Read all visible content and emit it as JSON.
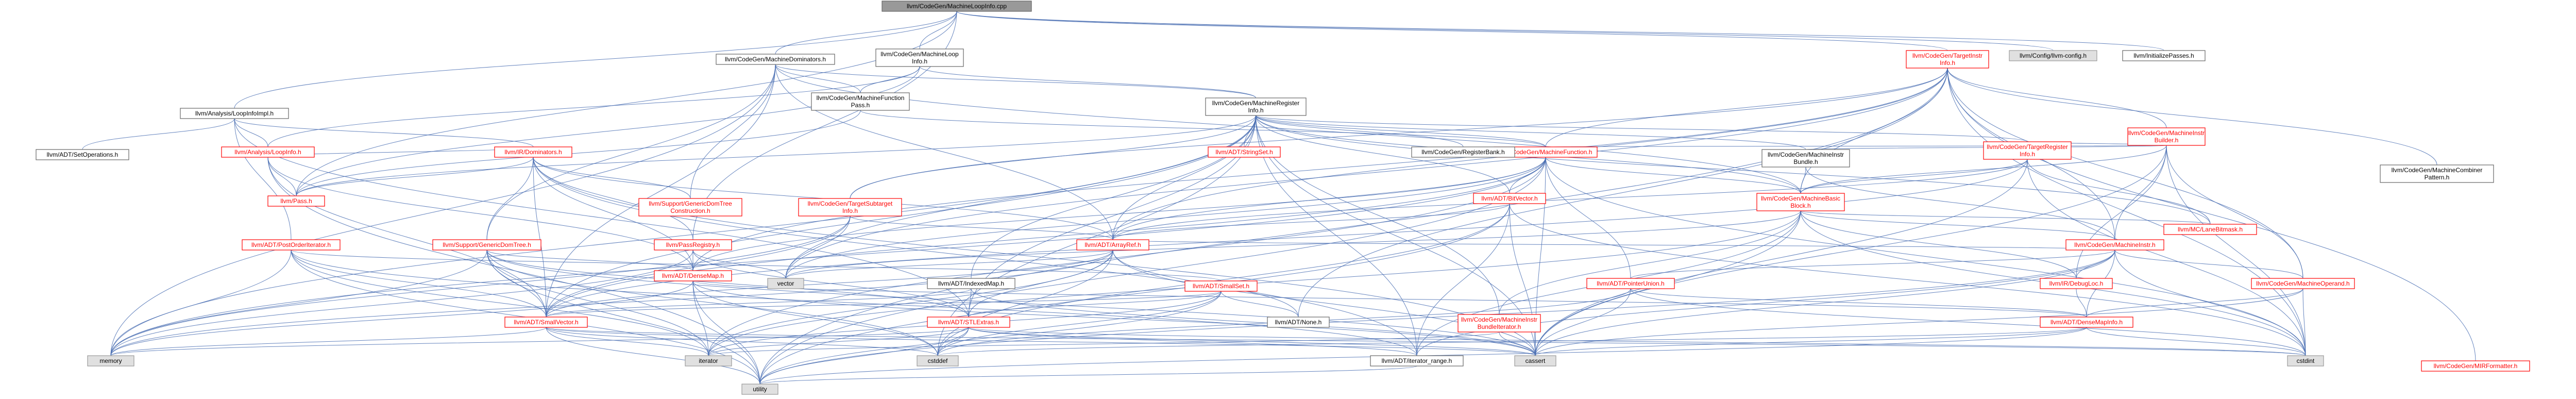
{
  "nodes": [
    {
      "id": "root",
      "label": [
        "llvm/CodeGen/MachineLoopInfo.cpp"
      ],
      "style": "root"
    },
    {
      "id": "looputil",
      "label": [
        "llvm/Analysis/LoopInfoImpl.h"
      ],
      "style": "plain"
    },
    {
      "id": "mdom",
      "label": [
        "llvm/CodeGen/MachineDominators.h"
      ],
      "style": "plain"
    },
    {
      "id": "mloop",
      "label": [
        "llvm/CodeGen/MachineLoop",
        "Info.h"
      ],
      "style": "plain"
    },
    {
      "id": "tii",
      "label": [
        "llvm/CodeGen/TargetInstr",
        "Info.h"
      ],
      "style": "red"
    },
    {
      "id": "config",
      "label": [
        "llvm/Config/llvm-config.h"
      ],
      "style": "gray"
    },
    {
      "id": "initpasses",
      "label": [
        "llvm/InitializePasses.h"
      ],
      "style": "plain"
    },
    {
      "id": "setops",
      "label": [
        "llvm/ADT/SetOperations.h"
      ],
      "style": "plain"
    },
    {
      "id": "loopinfo",
      "label": [
        "llvm/Analysis/LoopInfo.h"
      ],
      "style": "red"
    },
    {
      "id": "domnode",
      "label": [
        "llvm/IR/Dominators.h"
      ],
      "style": "red"
    },
    {
      "id": "mfpass",
      "label": [
        "llvm/CodeGen/MachineFunction",
        "Pass.h"
      ],
      "style": "plain"
    },
    {
      "id": "mri",
      "label": [
        "llvm/CodeGen/MachineRegister",
        "Info.h"
      ],
      "style": "plain"
    },
    {
      "id": "mib",
      "label": [
        "llvm/CodeGen/MachineInstr",
        "Builder.h"
      ],
      "style": "red"
    },
    {
      "id": "mcombiner",
      "label": [
        "llvm/CodeGen/MachineCombiner",
        "Pattern.h"
      ],
      "style": "plain"
    },
    {
      "id": "mirfmt",
      "label": [
        "llvm/CodeGen/MIRFormatter.h"
      ],
      "style": "red"
    },
    {
      "id": "pass",
      "label": [
        "llvm/Pass.h"
      ],
      "style": "red"
    },
    {
      "id": "dtcons",
      "label": [
        "llvm/Support/GenericDomTree",
        "Construction.h"
      ],
      "style": "red"
    },
    {
      "id": "tsi",
      "label": [
        "llvm/CodeGen/TargetSubtarget",
        "Info.h"
      ],
      "style": "red"
    },
    {
      "id": "strset",
      "label": [
        "llvm/ADT/StringSet.h"
      ],
      "style": "red"
    },
    {
      "id": "mf",
      "label": [
        "llvm/CodeGen/MachineFunction.h"
      ],
      "style": "red"
    },
    {
      "id": "regbank",
      "label": [
        "llvm/CodeGen/RegisterBank.h"
      ],
      "style": "plain"
    },
    {
      "id": "mibundle",
      "label": [
        "llvm/CodeGen/MachineInstr",
        "Bundle.h"
      ],
      "style": "plain"
    },
    {
      "id": "tri",
      "label": [
        "llvm/CodeGen/TargetRegister",
        "Info.h"
      ],
      "style": "red"
    },
    {
      "id": "poi",
      "label": [
        "llvm/ADT/PostOrderIterator.h"
      ],
      "style": "red"
    },
    {
      "id": "gdt",
      "label": [
        "llvm/Support/GenericDomTree.h"
      ],
      "style": "red"
    },
    {
      "id": "passreg",
      "label": [
        "llvm/PassRegistry.h"
      ],
      "style": "red"
    },
    {
      "id": "bitvector",
      "label": [
        "llvm/ADT/BitVector.h"
      ],
      "style": "red"
    },
    {
      "id": "arrayref",
      "label": [
        "llvm/ADT/ArrayRef.h"
      ],
      "style": "red"
    },
    {
      "id": "mbb",
      "label": [
        "llvm/CodeGen/MachineBasic",
        "Block.h"
      ],
      "style": "red"
    },
    {
      "id": "lanebm",
      "label": [
        "llvm/MC/LaneBitmask.h"
      ],
      "style": "red"
    },
    {
      "id": "mi",
      "label": [
        "llvm/CodeGen/MachineInstr.h"
      ],
      "style": "red"
    },
    {
      "id": "densemap",
      "label": [
        "llvm/ADT/DenseMap.h"
      ],
      "style": "red"
    },
    {
      "id": "vector",
      "label": [
        "vector"
      ],
      "style": "gray"
    },
    {
      "id": "indexedmap",
      "label": [
        "llvm/ADT/IndexedMap.h"
      ],
      "style": "plain"
    },
    {
      "id": "smallset",
      "label": [
        "llvm/ADT/SmallSet.h"
      ],
      "style": "red"
    },
    {
      "id": "ptrunion",
      "label": [
        "llvm/ADT/PointerUnion.h"
      ],
      "style": "red"
    },
    {
      "id": "debugloc",
      "label": [
        "llvm/IR/DebugLoc.h"
      ],
      "style": "red"
    },
    {
      "id": "mop",
      "label": [
        "llvm/CodeGen/MachineOperand.h"
      ],
      "style": "red"
    },
    {
      "id": "smallvector",
      "label": [
        "llvm/ADT/SmallVector.h"
      ],
      "style": "red"
    },
    {
      "id": "none",
      "label": [
        "llvm/ADT/None.h"
      ],
      "style": "plain"
    },
    {
      "id": "mibi",
      "label": [
        "llvm/CodeGen/MachineInstr",
        "BundleIterator.h"
      ],
      "style": "red"
    },
    {
      "id": "stlextras",
      "label": [
        "llvm/ADT/STLExtras.h"
      ],
      "style": "red"
    },
    {
      "id": "densemapinfo",
      "label": [
        "llvm/ADT/DenseMapInfo.h"
      ],
      "style": "red"
    },
    {
      "id": "memory",
      "label": [
        "memory"
      ],
      "style": "gray"
    },
    {
      "id": "iterator",
      "label": [
        "iterator"
      ],
      "style": "gray"
    },
    {
      "id": "cstddef",
      "label": [
        "cstddef"
      ],
      "style": "gray"
    },
    {
      "id": "cassert",
      "label": [
        "cassert"
      ],
      "style": "gray"
    },
    {
      "id": "iterrange",
      "label": [
        "llvm/ADT/iterator_range.h"
      ],
      "style": "plain"
    },
    {
      "id": "cstdint",
      "label": [
        "cstdint"
      ],
      "style": "gray"
    },
    {
      "id": "utility",
      "label": [
        "utility"
      ],
      "style": "gray"
    }
  ],
  "edges": [
    [
      "root",
      "looputil"
    ],
    [
      "root",
      "mdom"
    ],
    [
      "root",
      "mloop"
    ],
    [
      "root",
      "tii"
    ],
    [
      "root",
      "config"
    ],
    [
      "root",
      "initpasses"
    ],
    [
      "root",
      "pass"
    ],
    [
      "root",
      "passreg"
    ],
    [
      "looputil",
      "setops"
    ],
    [
      "looputil",
      "loopinfo"
    ],
    [
      "looputil",
      "domnode"
    ],
    [
      "looputil",
      "poi"
    ],
    [
      "looputil",
      "stlextras"
    ],
    [
      "mdom",
      "mfpass"
    ],
    [
      "mdom",
      "mri"
    ],
    [
      "mdom",
      "dtcons"
    ],
    [
      "mdom",
      "gdt"
    ],
    [
      "mdom",
      "mbb"
    ],
    [
      "mdom",
      "arrayref"
    ],
    [
      "mdom",
      "smallvector"
    ],
    [
      "mdom",
      "memory"
    ],
    [
      "mloop",
      "mfpass"
    ],
    [
      "mloop",
      "loopinfo"
    ],
    [
      "mloop",
      "mri"
    ],
    [
      "mloop",
      "pass"
    ],
    [
      "tii",
      "mib"
    ],
    [
      "tii",
      "mcombiner"
    ],
    [
      "tii",
      "mirfmt"
    ],
    [
      "tii",
      "mf"
    ],
    [
      "tii",
      "mbb"
    ],
    [
      "tii",
      "mi"
    ],
    [
      "tii",
      "mop"
    ],
    [
      "tii",
      "tsi"
    ],
    [
      "tii",
      "arrayref"
    ],
    [
      "tii",
      "densemap"
    ],
    [
      "tii",
      "none"
    ],
    [
      "tii",
      "cstdint"
    ],
    [
      "tii",
      "utility"
    ],
    [
      "tii",
      "vector"
    ],
    [
      "mri",
      "strset"
    ],
    [
      "mri",
      "mf"
    ],
    [
      "mri",
      "regbank"
    ],
    [
      "mri",
      "mibundle"
    ],
    [
      "mri",
      "tri"
    ],
    [
      "mri",
      "bitvector"
    ],
    [
      "mri",
      "arrayref"
    ],
    [
      "mri",
      "indexedmap"
    ],
    [
      "mri",
      "smallvector"
    ],
    [
      "mri",
      "mbb"
    ],
    [
      "mri",
      "lanebm"
    ],
    [
      "mri",
      "iterrange"
    ],
    [
      "mri",
      "cassert"
    ],
    [
      "mri",
      "cstddef"
    ],
    [
      "mri",
      "vector"
    ],
    [
      "mri",
      "memory"
    ],
    [
      "mri",
      "mibi"
    ],
    [
      "mri",
      "stlextras"
    ],
    [
      "mri",
      "pass"
    ],
    [
      "mri",
      "tsi"
    ],
    [
      "mib",
      "mf"
    ],
    [
      "mib",
      "mbb"
    ],
    [
      "mib",
      "mibundle"
    ],
    [
      "mib",
      "mi"
    ],
    [
      "mib",
      "mop"
    ],
    [
      "mib",
      "tri"
    ],
    [
      "mib",
      "debugloc"
    ],
    [
      "mib",
      "cassert"
    ],
    [
      "mib",
      "cstdint"
    ],
    [
      "loopinfo",
      "pass"
    ],
    [
      "loopinfo",
      "domnode"
    ],
    [
      "loopinfo",
      "densemap"
    ],
    [
      "loopinfo",
      "smallvector"
    ],
    [
      "loopinfo",
      "utility"
    ],
    [
      "domnode",
      "gdt"
    ],
    [
      "domnode",
      "dtcons"
    ],
    [
      "domnode",
      "passreg"
    ],
    [
      "domnode",
      "pass"
    ],
    [
      "domnode",
      "densemap"
    ],
    [
      "domnode",
      "smallvector"
    ],
    [
      "domnode",
      "arrayref"
    ],
    [
      "domnode",
      "iterrange"
    ],
    [
      "domnode",
      "cassert"
    ],
    [
      "mfpass",
      "pass"
    ],
    [
      "mfpass",
      "mf"
    ],
    [
      "tsi",
      "arrayref"
    ],
    [
      "tsi",
      "smallvector"
    ],
    [
      "tsi",
      "vector"
    ],
    [
      "tsi",
      "memory"
    ],
    [
      "mf",
      "bitvector"
    ],
    [
      "mf",
      "arrayref"
    ],
    [
      "mf",
      "densemap"
    ],
    [
      "mf",
      "mbb"
    ],
    [
      "mf",
      "smallvector"
    ],
    [
      "mf",
      "ptrunion"
    ],
    [
      "mf",
      "iterator"
    ],
    [
      "mf",
      "cassert"
    ],
    [
      "mf",
      "vector"
    ],
    [
      "mf",
      "cstdint"
    ],
    [
      "mf",
      "memory"
    ],
    [
      "mf",
      "utility"
    ],
    [
      "mibundle",
      "mi"
    ],
    [
      "mibundle",
      "mbb"
    ],
    [
      "tri",
      "arrayref"
    ],
    [
      "tri",
      "smallvector"
    ],
    [
      "tri",
      "mbb"
    ],
    [
      "tri",
      "lanebm"
    ],
    [
      "tri",
      "cassert"
    ],
    [
      "tri",
      "cstdint"
    ],
    [
      "poi",
      "smallset"
    ],
    [
      "poi",
      "smallvector"
    ],
    [
      "poi",
      "iterrange"
    ],
    [
      "poi",
      "iterator"
    ],
    [
      "poi",
      "memory"
    ],
    [
      "poi",
      "utility"
    ],
    [
      "gdt",
      "densemap"
    ],
    [
      "gdt",
      "smallvector"
    ],
    [
      "gdt",
      "stlextras"
    ],
    [
      "gdt",
      "memory"
    ],
    [
      "gdt",
      "iterator"
    ],
    [
      "gdt",
      "utility"
    ],
    [
      "gdt",
      "cassert"
    ],
    [
      "gdt",
      "cstddef"
    ],
    [
      "passreg",
      "densemap"
    ],
    [
      "passreg",
      "stlextras"
    ],
    [
      "passreg",
      "memory"
    ],
    [
      "passreg",
      "vector"
    ],
    [
      "bitvector",
      "arrayref"
    ],
    [
      "bitvector",
      "iterrange"
    ],
    [
      "bitvector",
      "cassert"
    ],
    [
      "bitvector",
      "cstdint"
    ],
    [
      "bitvector",
      "utility"
    ],
    [
      "bitvector",
      "cstddef"
    ],
    [
      "arrayref",
      "smallvector"
    ],
    [
      "arrayref",
      "stlextras"
    ],
    [
      "arrayref",
      "none"
    ],
    [
      "arrayref",
      "vector"
    ],
    [
      "arrayref",
      "iterator"
    ],
    [
      "arrayref",
      "memory"
    ],
    [
      "arrayref",
      "cassert"
    ],
    [
      "arrayref",
      "cstddef"
    ],
    [
      "mbb",
      "mi"
    ],
    [
      "mbb",
      "mibi"
    ],
    [
      "mbb",
      "lanebm"
    ],
    [
      "mbb",
      "debugloc"
    ],
    [
      "mbb",
      "iterrange"
    ],
    [
      "mbb",
      "cassert"
    ],
    [
      "mbb",
      "cstdint"
    ],
    [
      "mbb",
      "iterator"
    ],
    [
      "mbb",
      "vector"
    ],
    [
      "mi",
      "mop"
    ],
    [
      "mi",
      "debugloc"
    ],
    [
      "mi",
      "densemapinfo"
    ],
    [
      "mi",
      "arrayref"
    ],
    [
      "mi",
      "ptrunion"
    ],
    [
      "mi",
      "iterrange"
    ],
    [
      "mi",
      "cassert"
    ],
    [
      "mi",
      "cstdint"
    ],
    [
      "mi",
      "utility"
    ],
    [
      "densemap",
      "densemapinfo"
    ],
    [
      "densemap",
      "iterator"
    ],
    [
      "densemap",
      "memory"
    ],
    [
      "densemap",
      "utility"
    ],
    [
      "densemap",
      "cassert"
    ],
    [
      "densemap",
      "cstddef"
    ],
    [
      "indexedmap",
      "stlextras"
    ],
    [
      "indexedmap",
      "smallvector"
    ],
    [
      "indexedmap",
      "cassert"
    ],
    [
      "smallset",
      "smallvector"
    ],
    [
      "smallset",
      "stlextras"
    ],
    [
      "smallset",
      "none"
    ],
    [
      "smallset",
      "iterator"
    ],
    [
      "smallset",
      "cstddef"
    ],
    [
      "smallset",
      "utility"
    ],
    [
      "ptrunion",
      "densemapinfo"
    ],
    [
      "ptrunion",
      "cassert"
    ],
    [
      "ptrunion",
      "cstddef"
    ],
    [
      "ptrunion",
      "cstdint"
    ],
    [
      "debugloc",
      "densemapinfo"
    ],
    [
      "mop",
      "densemapinfo"
    ],
    [
      "mop",
      "cassert"
    ],
    [
      "mop",
      "cstdint"
    ],
    [
      "smallvector",
      "memory"
    ],
    [
      "smallvector",
      "iterator"
    ],
    [
      "smallvector",
      "cstddef"
    ],
    [
      "smallvector",
      "cstdint"
    ],
    [
      "smallvector",
      "utility"
    ],
    [
      "smallvector",
      "cassert"
    ],
    [
      "mibi",
      "iterator"
    ],
    [
      "mibi",
      "cassert"
    ],
    [
      "stlextras",
      "iterrange"
    ],
    [
      "stlextras",
      "cassert"
    ],
    [
      "stlextras",
      "cstddef"
    ],
    [
      "stlextras",
      "cstdint"
    ],
    [
      "stlextras",
      "iterator"
    ],
    [
      "stlextras",
      "memory"
    ],
    [
      "stlextras",
      "utility"
    ],
    [
      "densemapinfo",
      "cassert"
    ],
    [
      "densemapinfo",
      "cstddef"
    ],
    [
      "densemapinfo",
      "cstdint"
    ],
    [
      "densemapinfo",
      "utility"
    ],
    [
      "iterrange",
      "utility"
    ]
  ]
}
